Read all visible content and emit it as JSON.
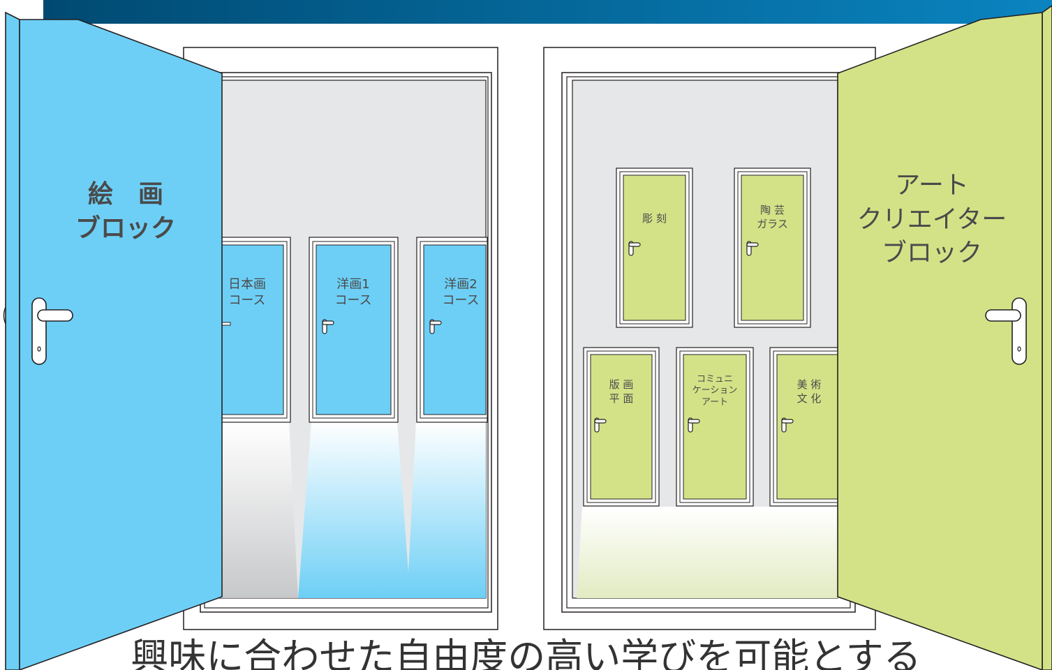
{
  "left_block": {
    "title": "絵　画\nブロック",
    "color": "#6dcff6",
    "courses": [
      {
        "label": "日本画\nコース"
      },
      {
        "label": "洋画1\nコース"
      },
      {
        "label": "洋画2\nコース"
      }
    ]
  },
  "right_block": {
    "title": "アート\nクリエイター\nブロック",
    "color": "#d3e287",
    "courses": [
      {
        "label": "彫 刻"
      },
      {
        "label": "陶 芸\nガラス"
      },
      {
        "label": "版 画\n平 面"
      },
      {
        "label": "コミュニ\nケーション\nアート"
      },
      {
        "label": "美 術\n文 化"
      }
    ]
  },
  "caption": "興味に合わせた自由度の高い学びを可能とする",
  "colors": {
    "header_dark": "#004a72",
    "header_light": "#0a84c0",
    "room_wall": "#e6e7e8",
    "outline": "#231f20"
  }
}
